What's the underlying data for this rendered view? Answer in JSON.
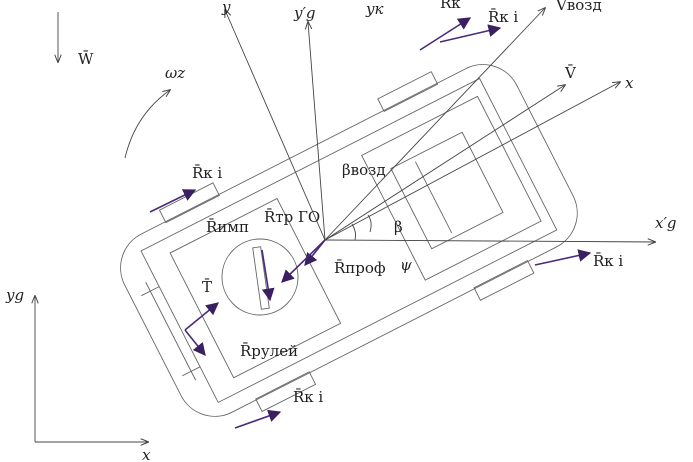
{
  "labels": {
    "y": "y",
    "yg_prime": "y′g",
    "yk": "yк",
    "rk_top": "R̄к",
    "rki_top": "R̄к i",
    "v_air": "V̄возд",
    "v": "V̄",
    "x": "x",
    "w": "W̄",
    "omega": "ωz",
    "rki_left": "R̄к i",
    "beta_air": "βвозд",
    "r_tr_go": "R̄тр ГО",
    "r_imp": "R̄имп",
    "beta": "β",
    "xg_prime": "x′g",
    "r_prof": "R̄проф",
    "psi": "ψ",
    "rki_right": "R̄к i",
    "t": "T̄",
    "yg": "yg",
    "r_rul": "R̄рулей",
    "rki_bottom": "R̄к i",
    "x_bottom": "x"
  }
}
